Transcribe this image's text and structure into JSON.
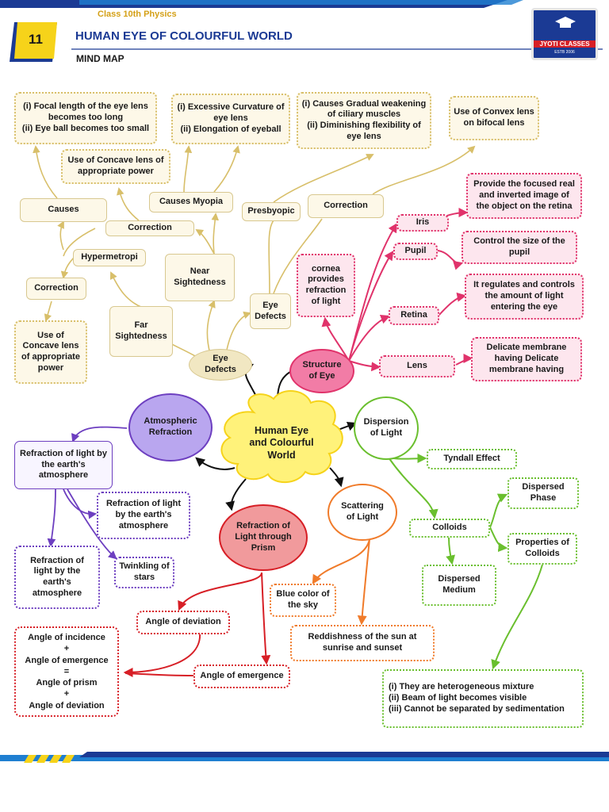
{
  "header": {
    "class_label": "Class 10th Physics",
    "chapter_number": "11",
    "chapter_title": "HUMAN EYE OF COLOURFUL WORLD",
    "subtitle": "MIND MAP",
    "logo_text": "JYOTI CLASSES",
    "logo_est": "ESTB 2006"
  },
  "colors": {
    "navy": "#1b3a94",
    "blue": "#1f7fd1",
    "yellow": "#f6d31a",
    "tan": "#d8bf6a",
    "pink": "#e0336b",
    "purple": "#6d3fc0",
    "green": "#6abf2e",
    "orange": "#f07b2a",
    "red": "#d71f26"
  },
  "center": {
    "label": "Human Eye\nand Colourful\nWorld"
  },
  "eye_defects": {
    "root": "Eye\nDefects",
    "defects": "Eye\nDefects",
    "far": "Far\nSightedness",
    "near": "Near\nSightedness",
    "hypermetropi": "Hypermetropi",
    "causes_myopia": "Causes Myopia",
    "presbyopic": "Presbyopic",
    "causes_left": "Causes",
    "correction_left": "Correction",
    "correction_mid": "Correction",
    "correction_right": "Correction",
    "hyper_causes": "(i) Focal length of the eye lens\nbecomes too long\n(ii) Eye ball becomes too small",
    "hyper_concave": "Use of Concave lens of\nappropriate power",
    "hyper_correction_lens": "Use of\nConcave lens\nof appropriate\npower",
    "myopia_causes": "(i) Excessive Curvature of\neye lens\n(ii) Elongation of eyeball",
    "presby_causes": "(i) Causes Gradual weakening\nof ciliary muscles\n(ii) Diminishing flexibility of\neye lens",
    "presby_correction": "Use of Convex lens\non bifocal lens"
  },
  "structure": {
    "root": "Structure\nof Eye",
    "cornea": "cornea\nprovides\nrefraction\nof light",
    "iris": "Iris",
    "pupil": "Pupil",
    "retina": "Retina",
    "lens": "Lens",
    "iris_desc": "Provide the focused real\nand inverted image of\nthe object on the retina",
    "pupil_desc": "Control the size of the\npupil",
    "retina_desc": "It regulates and controls\nthe amount of light\nentering the eye",
    "lens_desc": "Delicate membrane\nhaving Delicate\nmembrane having"
  },
  "atmospheric": {
    "root": "Atmospheric\nRefraction",
    "r1": "Refraction of light by\nthe earth's\natmosphere",
    "r2": "Refraction of light\nby the earth's\natmosphere",
    "r3": "Refraction of\nlight by the\nearth's\natmosphere",
    "twinkling": "Twinkling of\nstars"
  },
  "dispersion": {
    "root": "Dispersion\nof Light",
    "tyndall": "Tyndall Effect",
    "colloids": "Colloids",
    "dispersed_phase": "Dispersed\nPhase",
    "properties": "Properties of\nColloids",
    "dispersed_medium": "Dispersed\nMedium",
    "properties_list": "(i) They are heterogeneous mixture\n(ii) Beam of light becomes visible\n(iii) Cannot be separated by sedimentation"
  },
  "scattering": {
    "root": "Scattering\nof Light",
    "blue_sky": "Blue color of\nthe sky",
    "reddish": "Reddishness of the sun at\nsunrise and sunset"
  },
  "prism": {
    "root": "Refraction of\nLight through\nPrism",
    "deviation": "Angle of deviation",
    "emergence": "Angle of emergence",
    "formula": "Angle of incidence\n+\nAngle of emergence\n=\nAngle of prism\n+\nAngle of deviation"
  }
}
